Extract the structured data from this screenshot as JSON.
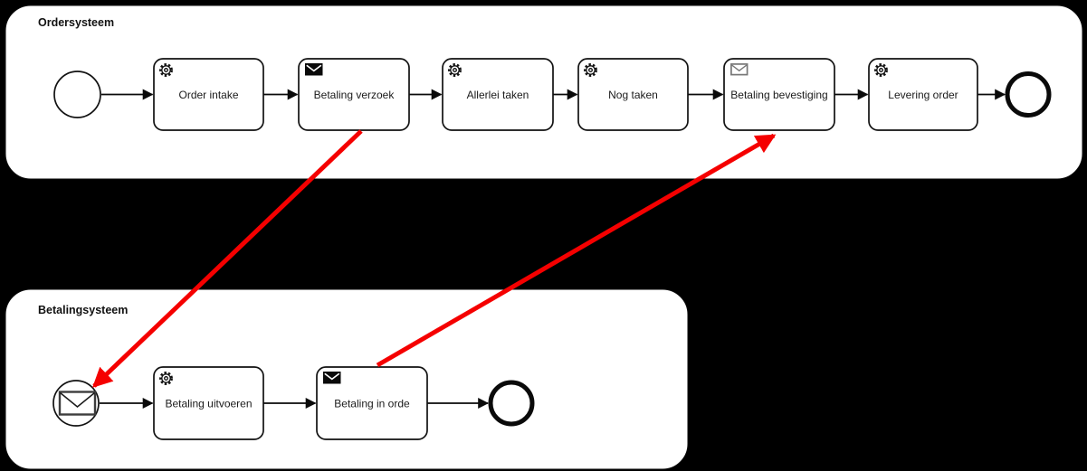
{
  "diagram": {
    "type": "bpmn-collaboration",
    "colors": {
      "background": "#000000",
      "pool_fill": "#ffffff",
      "shape_stroke": "#0a0a0a",
      "message_flow_red": "#f50000",
      "receive_icon_gray": "#777777"
    },
    "pools": [
      {
        "name": "Ordersysteem",
        "start_event": {
          "type": "start-event"
        },
        "tasks": [
          {
            "label": "Order intake",
            "type": "service-task",
            "icon": "gear-icon"
          },
          {
            "label": "Betaling verzoek",
            "type": "send-task",
            "icon": "filled-envelope-icon"
          },
          {
            "label": "Allerlei taken",
            "type": "service-task",
            "icon": "gear-icon"
          },
          {
            "label": "Nog taken",
            "type": "service-task",
            "icon": "gear-icon"
          },
          {
            "label": "Betaling bevestiging",
            "type": "receive-task",
            "icon": "outline-envelope-icon"
          },
          {
            "label": "Levering order",
            "type": "service-task",
            "icon": "gear-icon"
          }
        ],
        "end_event": {
          "type": "end-event"
        }
      },
      {
        "name": "Betalingsysteem",
        "start_event": {
          "type": "message-start-event",
          "icon": "envelope-icon"
        },
        "tasks": [
          {
            "label": "Betaling uitvoeren",
            "type": "service-task",
            "icon": "gear-icon"
          },
          {
            "label": "Betaling in orde",
            "type": "send-task",
            "icon": "filled-envelope-icon"
          }
        ],
        "end_event": {
          "type": "end-event"
        }
      }
    ],
    "message_flows": [
      {
        "from": "Betaling verzoek",
        "to": "Betalingsysteem message start event",
        "color": "#f50000"
      },
      {
        "from": "Betaling in orde",
        "to": "Betaling bevestiging",
        "color": "#f50000"
      }
    ]
  }
}
